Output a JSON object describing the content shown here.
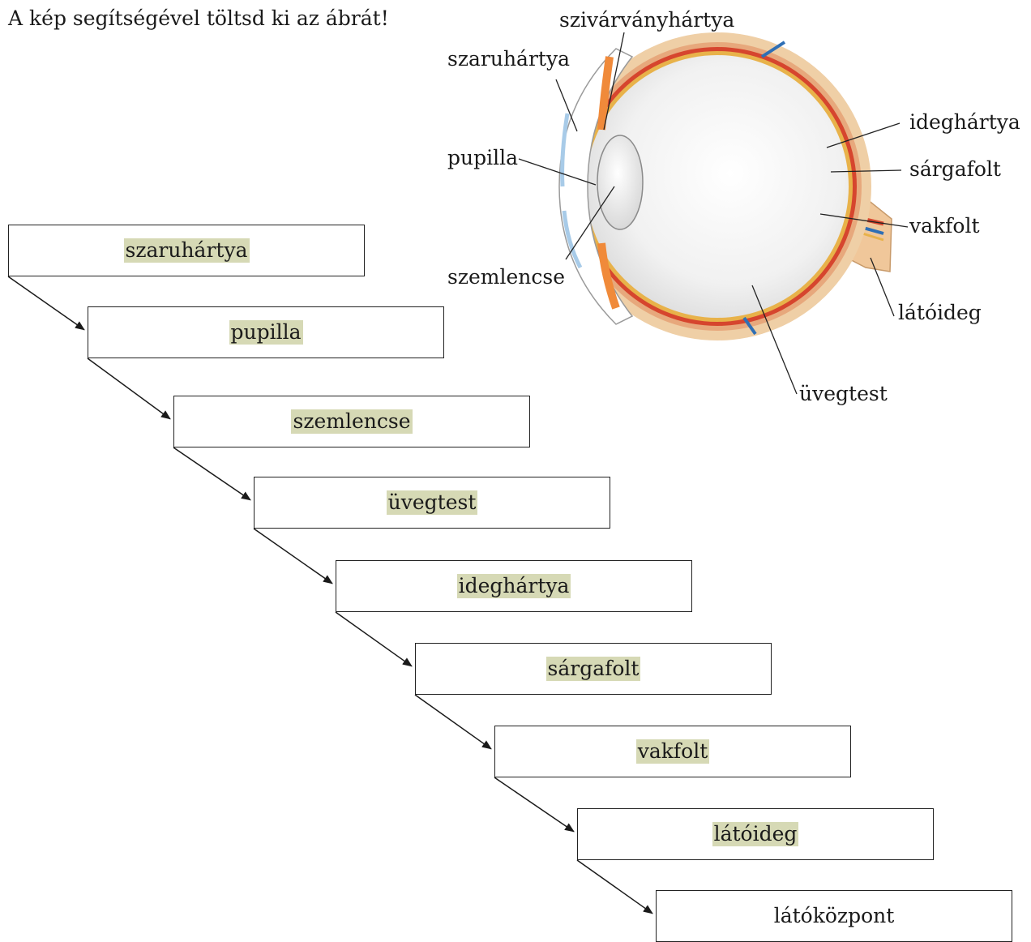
{
  "instruction": "A kép segítségével töltsd ki az ábrát!",
  "eye_labels": {
    "iris": "szivárványhártya",
    "cornea": "szaruhártya",
    "pupil": "pupilla",
    "lens": "szemlencse",
    "retina": "ideghártya",
    "macula": "sárgafolt",
    "blind_spot": "vakfolt",
    "optic_nerve": "látóideg",
    "vitreous": "üvegtest"
  },
  "flow_steps": [
    {
      "label": "szaruhártya",
      "highlight": true
    },
    {
      "label": "pupilla",
      "highlight": true
    },
    {
      "label": "szemlencse",
      "highlight": true
    },
    {
      "label": "üvegtest",
      "highlight": true
    },
    {
      "label": "ideghártya",
      "highlight": true
    },
    {
      "label": "sárgafolt",
      "highlight": true
    },
    {
      "label": "vakfolt",
      "highlight": true
    },
    {
      "label": "látóideg",
      "highlight": true
    },
    {
      "label": "látóközpont",
      "highlight": false
    }
  ],
  "colors": {
    "highlight": "#d6d9b5",
    "sclera": "#e9c9a0",
    "choroid": "#d6452e",
    "retina_layer": "#e8b24a",
    "vessel_blue": "#2f6fb5",
    "cornea_blue": "#a8cbe8",
    "eyeball_fill": "#f2f2f2"
  }
}
